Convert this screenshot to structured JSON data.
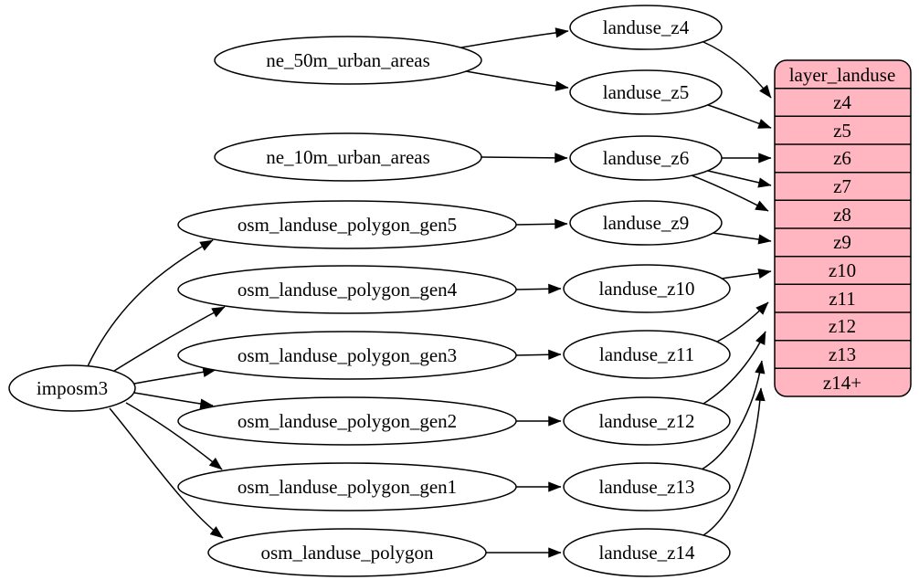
{
  "diagram": {
    "type": "dependency-graph",
    "accent_color": "#ffb6c1",
    "nodes": {
      "imposm3": {
        "label": "imposm3"
      },
      "ne_50m_urban_areas": {
        "label": "ne_50m_urban_areas"
      },
      "ne_10m_urban_areas": {
        "label": "ne_10m_urban_areas"
      },
      "osm_landuse_polygon_gen5": {
        "label": "osm_landuse_polygon_gen5"
      },
      "osm_landuse_polygon_gen4": {
        "label": "osm_landuse_polygon_gen4"
      },
      "osm_landuse_polygon_gen3": {
        "label": "osm_landuse_polygon_gen3"
      },
      "osm_landuse_polygon_gen2": {
        "label": "osm_landuse_polygon_gen2"
      },
      "osm_landuse_polygon_gen1": {
        "label": "osm_landuse_polygon_gen1"
      },
      "osm_landuse_polygon": {
        "label": "osm_landuse_polygon"
      },
      "landuse_z4": {
        "label": "landuse_z4"
      },
      "landuse_z5": {
        "label": "landuse_z5"
      },
      "landuse_z6": {
        "label": "landuse_z6"
      },
      "landuse_z9": {
        "label": "landuse_z9"
      },
      "landuse_z10": {
        "label": "landuse_z10"
      },
      "landuse_z11": {
        "label": "landuse_z11"
      },
      "landuse_z12": {
        "label": "landuse_z12"
      },
      "landuse_z13": {
        "label": "landuse_z13"
      },
      "landuse_z14": {
        "label": "landuse_z14"
      }
    },
    "table": {
      "title": "layer_landuse",
      "fill": "#ffb6c1",
      "rows": [
        "z4",
        "z5",
        "z6",
        "z7",
        "z8",
        "z9",
        "z10",
        "z11",
        "z12",
        "z13",
        "z14+"
      ]
    },
    "edges": [
      {
        "from": "imposm3",
        "to": "osm_landuse_polygon_gen5"
      },
      {
        "from": "imposm3",
        "to": "osm_landuse_polygon_gen4"
      },
      {
        "from": "imposm3",
        "to": "osm_landuse_polygon_gen3"
      },
      {
        "from": "imposm3",
        "to": "osm_landuse_polygon_gen2"
      },
      {
        "from": "imposm3",
        "to": "osm_landuse_polygon_gen1"
      },
      {
        "from": "imposm3",
        "to": "osm_landuse_polygon"
      },
      {
        "from": "ne_50m_urban_areas",
        "to": "landuse_z4"
      },
      {
        "from": "ne_50m_urban_areas",
        "to": "landuse_z5"
      },
      {
        "from": "ne_10m_urban_areas",
        "to": "landuse_z6"
      },
      {
        "from": "osm_landuse_polygon_gen5",
        "to": "landuse_z9"
      },
      {
        "from": "osm_landuse_polygon_gen4",
        "to": "landuse_z10"
      },
      {
        "from": "osm_landuse_polygon_gen3",
        "to": "landuse_z11"
      },
      {
        "from": "osm_landuse_polygon_gen2",
        "to": "landuse_z12"
      },
      {
        "from": "osm_landuse_polygon_gen1",
        "to": "landuse_z13"
      },
      {
        "from": "osm_landuse_polygon",
        "to": "landuse_z14"
      },
      {
        "from": "landuse_z4",
        "to": "layer_landuse.z4"
      },
      {
        "from": "landuse_z5",
        "to": "layer_landuse.z5"
      },
      {
        "from": "landuse_z6",
        "to": "layer_landuse.z6"
      },
      {
        "from": "landuse_z6",
        "to": "layer_landuse.z7"
      },
      {
        "from": "landuse_z6",
        "to": "layer_landuse.z8"
      },
      {
        "from": "landuse_z9",
        "to": "layer_landuse.z9"
      },
      {
        "from": "landuse_z10",
        "to": "layer_landuse.z10"
      },
      {
        "from": "landuse_z11",
        "to": "layer_landuse.z11"
      },
      {
        "from": "landuse_z12",
        "to": "layer_landuse.z12"
      },
      {
        "from": "landuse_z13",
        "to": "layer_landuse.z13"
      },
      {
        "from": "landuse_z14",
        "to": "layer_landuse.z14+"
      }
    ]
  }
}
